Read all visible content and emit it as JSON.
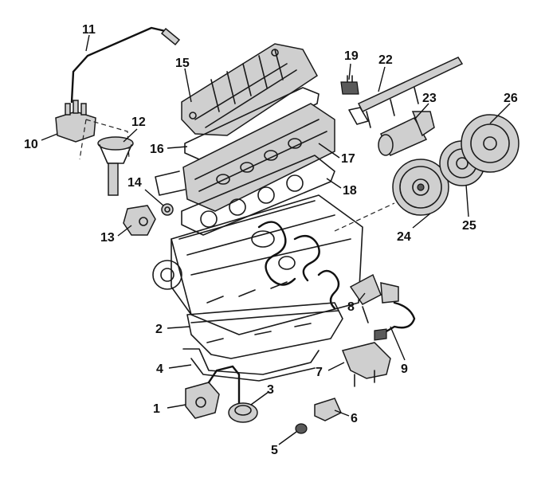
{
  "callouts": [
    {
      "label": "1"
    },
    {
      "label": "2"
    },
    {
      "label": "3"
    },
    {
      "label": "4"
    },
    {
      "label": "5"
    },
    {
      "label": "6"
    },
    {
      "label": "7"
    },
    {
      "label": "8"
    },
    {
      "label": "9"
    },
    {
      "label": "10"
    },
    {
      "label": "11"
    },
    {
      "label": "12"
    },
    {
      "label": "13"
    },
    {
      "label": "14"
    },
    {
      "label": "15"
    },
    {
      "label": "16"
    },
    {
      "label": "17"
    },
    {
      "label": "18"
    },
    {
      "label": "19"
    },
    {
      "label": "22"
    },
    {
      "label": "23"
    },
    {
      "label": "24"
    },
    {
      "label": "25"
    },
    {
      "label": "26"
    }
  ]
}
